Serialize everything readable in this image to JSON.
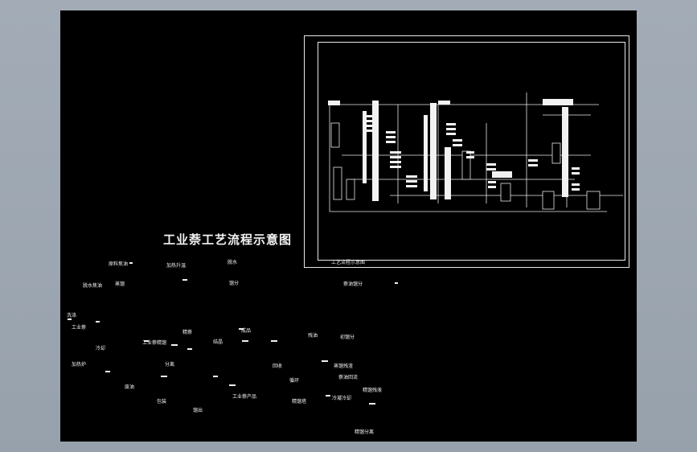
{
  "main_title": "工业萘工艺流程示意图",
  "frame_title": "工艺流程示意图",
  "step_labels": [
    "原料焦油",
    "加热升温",
    "脱水",
    "脱水焦油",
    "蒸馏",
    "馏分",
    "萘油馏分",
    "洗涤",
    "工业萘",
    "工业萘精馏",
    "精萘",
    "结晶",
    "成品",
    "冷却",
    "加热炉",
    "分离",
    "回收",
    "循环",
    "残油",
    "蒸馏残渣",
    "废油",
    "包装",
    "馏出",
    "工业萘产品",
    "精馏塔",
    "精馏残液",
    "冷凝冷却",
    "萘油回流",
    "初馏分",
    "精馏分离"
  ],
  "colors": {
    "accent": "#1f1fd0",
    "accent_border": "#d03030",
    "background": "#000000",
    "line": "#e8e8e8"
  }
}
